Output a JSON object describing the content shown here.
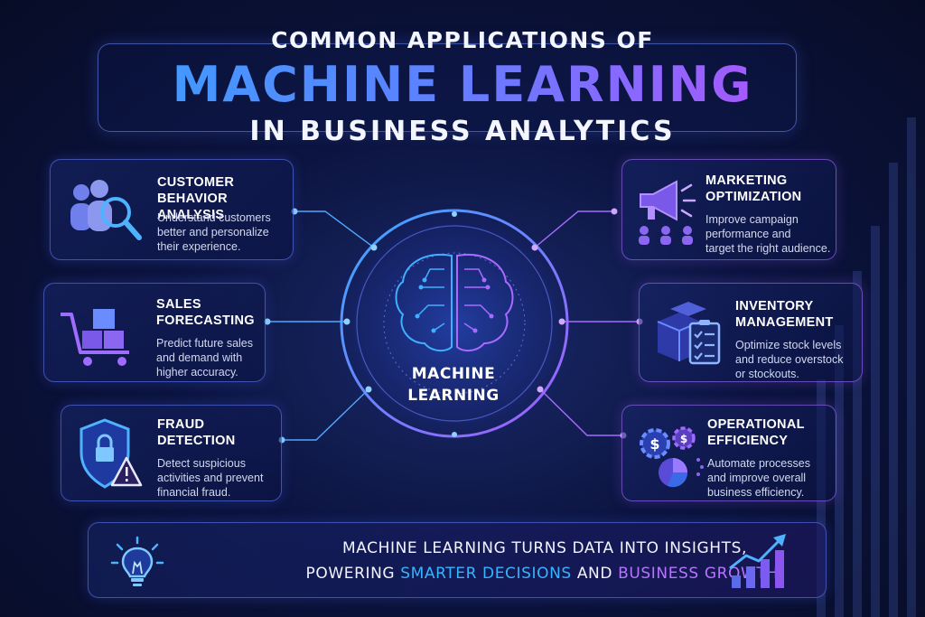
{
  "header": {
    "line1": "COMMON APPLICATIONS OF",
    "line2": "MACHINE LEARNING",
    "line3": "IN BUSINESS ANALYTICS"
  },
  "center": {
    "label": "MACHINE\nLEARNING",
    "icon": "brain-circuit-icon"
  },
  "cards": {
    "customer": {
      "title": "CUSTOMER BEHAVIOR\nANALYSIS",
      "desc": "Understand customers\nbetter and personalize\ntheir experience.",
      "icon": "customer-search-icon"
    },
    "sales": {
      "title": "SALES\nFORECASTING",
      "desc": "Predict future sales\nand demand with\nhigher accuracy.",
      "icon": "shopping-cart-boxes-icon"
    },
    "fraud": {
      "title": "FRAUD\nDETECTION",
      "desc": "Detect suspicious\nactivities and prevent\nfinancial fraud.",
      "icon": "shield-lock-warning-icon"
    },
    "marketing": {
      "title": "MARKETING\nOPTIMIZATION",
      "desc": "Improve campaign\nperformance and\ntarget the right audience.",
      "icon": "megaphone-audience-icon"
    },
    "inventory": {
      "title": "INVENTORY\nMANAGEMENT",
      "desc": "Optimize stock levels\nand reduce overstock\nor stockouts.",
      "icon": "boxes-checklist-icon"
    },
    "operational": {
      "title": "OPERATIONAL\nEFFICIENCY",
      "desc": "Automate processes\nand improve overall\nbusiness efficiency.",
      "icon": "gears-pie-chart-icon"
    }
  },
  "banner": {
    "line1": "MACHINE LEARNING TURNS DATA INTO INSIGHTS,",
    "line2_prefix": "POWERING ",
    "line2_highlight1": "SMARTER DECISIONS",
    "line2_mid": " AND ",
    "line2_highlight2": "BUSINESS GROWTH",
    "line2_suffix": ".",
    "icon_left": "lightbulb-icon",
    "icon_right": "growth-chart-icon"
  },
  "colors": {
    "accent_blue": "#37b4ff",
    "accent_purple": "#b775ff",
    "background": "#0c1440"
  }
}
